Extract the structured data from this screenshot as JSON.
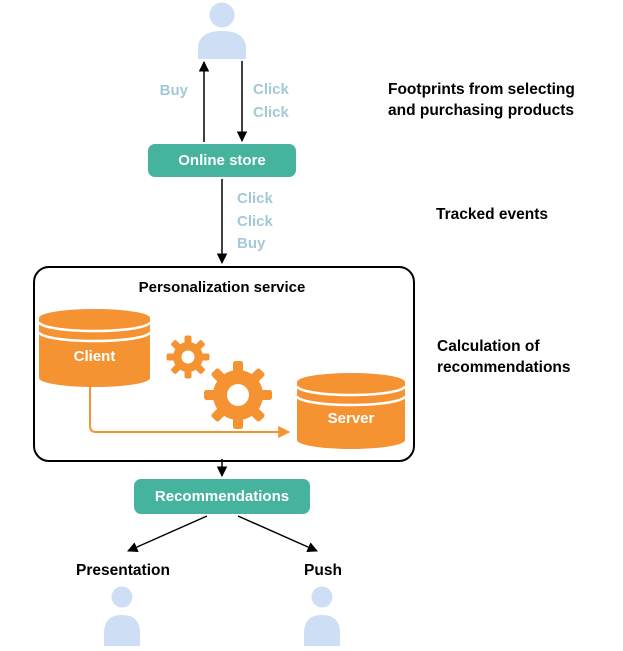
{
  "diagram": {
    "nodes": {
      "online_store": "Online store",
      "personalization_service": "Personalization service",
      "client_db": "Client",
      "server_db": "Server",
      "recommendations": "Recommendations",
      "presentation": "Presentation",
      "push": "Push"
    },
    "edge_labels": {
      "buy": "Buy",
      "click_click": "Click\nClick",
      "click_click_buy": "Click\nClick\nBuy"
    },
    "annotations": {
      "footprints": "Footprints from selecting\nand purchasing products",
      "tracked_events": "Tracked events",
      "calculation": "Calculation of\nrecommendations"
    },
    "icons": {
      "top": "user-icon",
      "client": "database-icon",
      "server": "database-icon",
      "gears": "gear-icon",
      "bottom_left": "user-icon",
      "bottom_right": "user-icon"
    },
    "colors": {
      "teal": "#45b39e",
      "orange": "#f59333",
      "person_blue": "#cddef5",
      "edge_label_blue": "#a3c9d9",
      "arrow_black": "#000000"
    }
  }
}
